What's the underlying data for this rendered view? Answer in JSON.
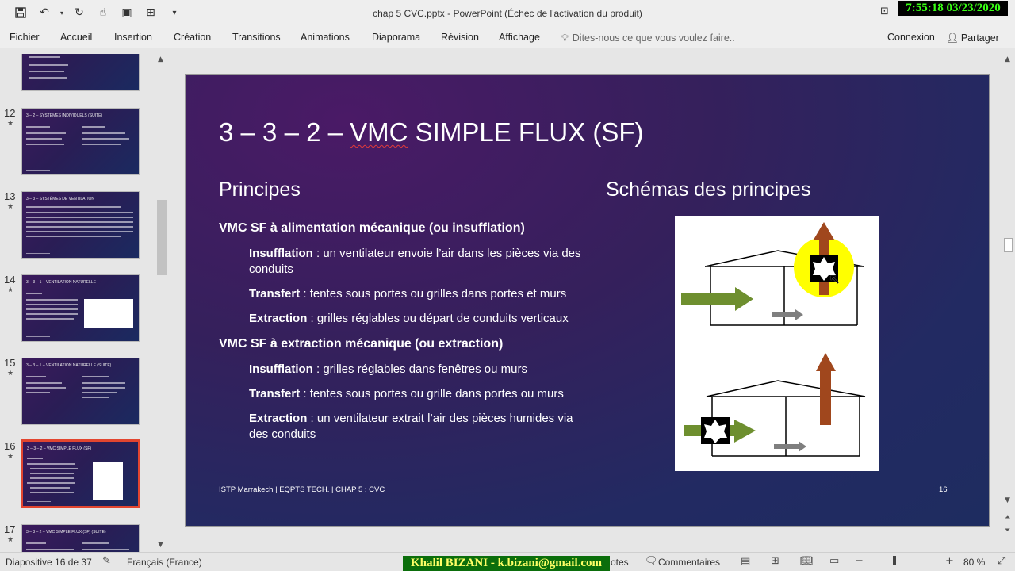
{
  "window": {
    "title": "chap 5 CVC.pptx - PowerPoint (Échec de l'activation du produit)",
    "clock": "7:55:18  03/23/2020"
  },
  "qat": {
    "save_icon": "save-icon",
    "undo_icon": "undo-icon",
    "redo_icon": "redo-icon",
    "more_glyph": "▾"
  },
  "ribbon": {
    "tabs": [
      "Fichier",
      "Accueil",
      "Insertion",
      "Création",
      "Transitions",
      "Animations",
      "Diaporama",
      "Révision",
      "Affichage"
    ],
    "tell_me": "Dites-nous ce que vous voulez faire..",
    "connexion": "Connexion",
    "partager": "Partager"
  },
  "thumbnails": [
    {
      "num": "",
      "title": ""
    },
    {
      "num": "12",
      "title": "3 – 2 – SYSTÈMES INDIVIDUELS (SUITE)"
    },
    {
      "num": "13",
      "title": "3 – 3 – SYSTÈMES DE VENTILATION"
    },
    {
      "num": "14",
      "title": "3 – 3 – 1 – VENTILATION NATURELLE"
    },
    {
      "num": "15",
      "title": "3 – 3 – 1 – VENTILATION NATURELLE (SUITE)"
    },
    {
      "num": "16",
      "title": "3 – 3 – 2 – VMC SIMPLE FLUX (SF)"
    },
    {
      "num": "17",
      "title": "3 – 3 – 2 – VMC SIMPLE FLUX (SF) (SUITE)"
    }
  ],
  "slide": {
    "title_pre": "3 – 3 – 2 – ",
    "title_vmc": "VMC",
    "title_post": " SIMPLE FLUX (SF)",
    "principes": "Principes",
    "schemas": "Schémas des principes",
    "section1": "VMC SF à alimentation mécanique (ou insufflation)",
    "s1_items": [
      {
        "term": "Insufflation",
        "text": " : un ventilateur envoie l’air dans les pièces via des conduits"
      },
      {
        "term": "Transfert",
        "text": " : fentes sous portes ou grilles dans portes et murs"
      },
      {
        "term": "Extraction",
        "text": " : grilles réglables ou départ de conduits verticaux"
      }
    ],
    "section2": "VMC SF à extraction mécanique (ou extraction)",
    "s2_items": [
      {
        "term": "Insufflation",
        "text": " : grilles réglables dans fenêtres ou murs"
      },
      {
        "term": "Transfert",
        "text": " : fentes sous portes ou grille dans portes ou murs"
      },
      {
        "term": "Extraction",
        "text": " : un ventilateur extrait l’air des pièces humides via des conduits"
      }
    ],
    "footer": "ISTP Marrakech | EQPTS TECH. | CHAP 5 : CVC",
    "number": "16"
  },
  "status": {
    "slide_info": "Diapositive 16 de 37",
    "language": "Français (France)",
    "notes": "otes",
    "comments": "Commentaires",
    "zoom": "80 %",
    "banner": "Khalil BIZANI - k.bizani@gmail.com"
  },
  "colors": {
    "green_arrow": "#6e8f2f",
    "brown_arrow": "#a0471d",
    "gray_arrow": "#7f7f7f",
    "highlight": "#ffff00",
    "selected_border": "#e2452f"
  }
}
